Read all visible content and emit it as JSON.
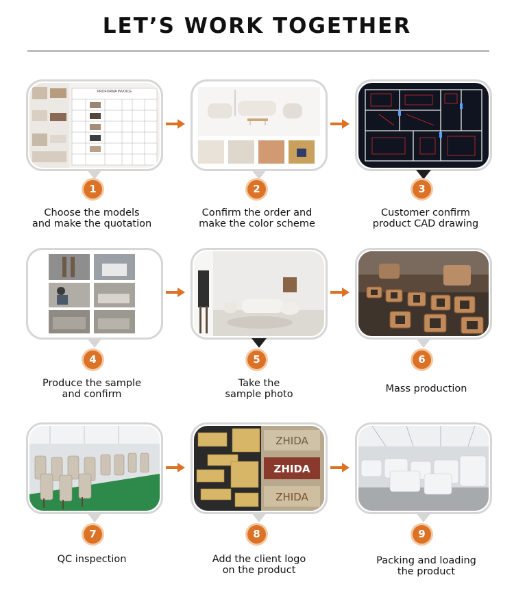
{
  "title": "LET’S WORK TOGETHER",
  "accent_color": "#dc7226",
  "steps": [
    {
      "number": "1",
      "line1": "Choose the models",
      "line2": "and make the quotation"
    },
    {
      "number": "2",
      "line1": "Confirm the order and",
      "line2": "make the color scheme"
    },
    {
      "number": "3",
      "line1": "Customer confirm",
      "line2": "product CAD drawing"
    },
    {
      "number": "4",
      "line1": "Produce the sample",
      "line2": "and confirm"
    },
    {
      "number": "5",
      "line1": "Take the",
      "line2": "sample photo"
    },
    {
      "number": "6",
      "line1": "Mass production",
      "line2": ""
    },
    {
      "number": "7",
      "line1": "QC inspection",
      "line2": ""
    },
    {
      "number": "8",
      "line1": "Add the client logo",
      "line2": "on the product"
    },
    {
      "number": "9",
      "line1": "Packing and loading",
      "line2": "the product"
    }
  ],
  "images": {
    "quotation_header": "PROFORMA INVOICE",
    "logo_text": "ZHIDA"
  }
}
